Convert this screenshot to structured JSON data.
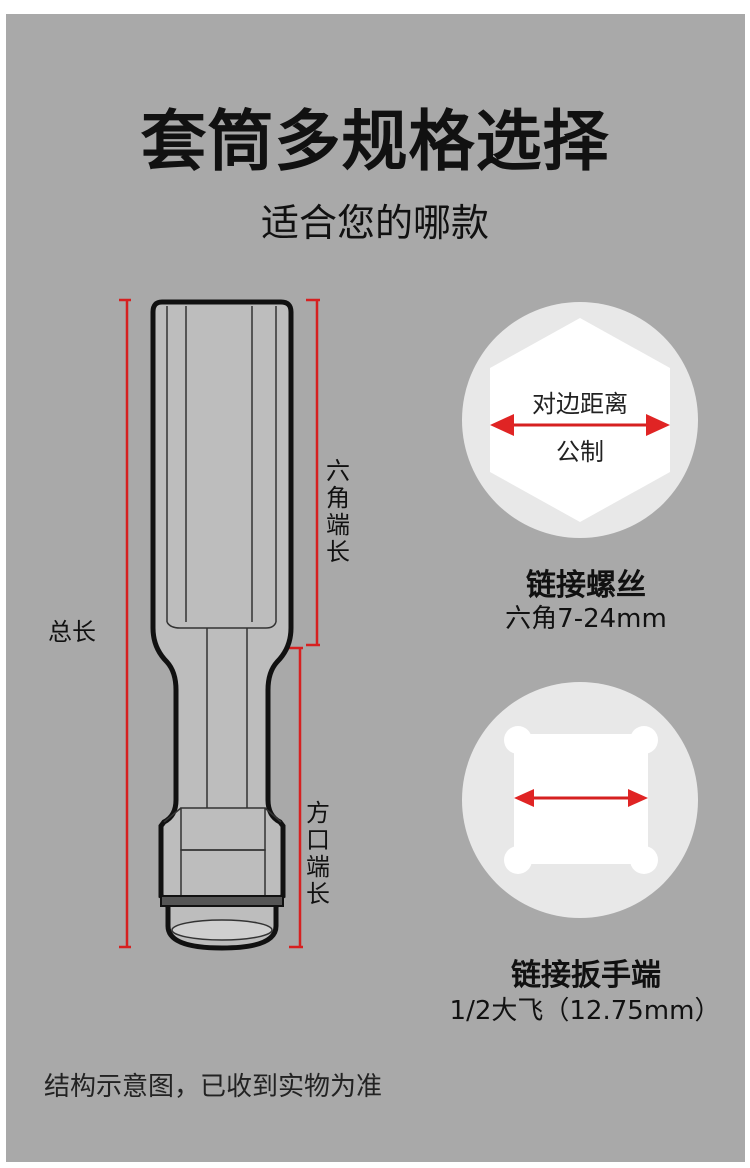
{
  "title": "套筒多规格选择",
  "subtitle": "适合您的哪款",
  "diagram": {
    "total_length_label": "总长",
    "hex_end_length_label": "六角端长",
    "square_end_length_label": "方口端长"
  },
  "hex_detail": {
    "across_flats_label": "对边距离",
    "metric_label": "公制",
    "caption_title": "链接螺丝",
    "caption_spec": "六角7-24mm"
  },
  "square_detail": {
    "caption_title": "链接扳手端",
    "caption_spec": "1/2大飞（12.75mm）"
  },
  "footer_note": "结构示意图，已收到实物为准",
  "colors": {
    "background": "#a9a9a9",
    "dimension_line": "#d62020",
    "arrow": "#e02424",
    "detail_circle": "#e8e8e8",
    "hex_face": "#ffffff"
  }
}
